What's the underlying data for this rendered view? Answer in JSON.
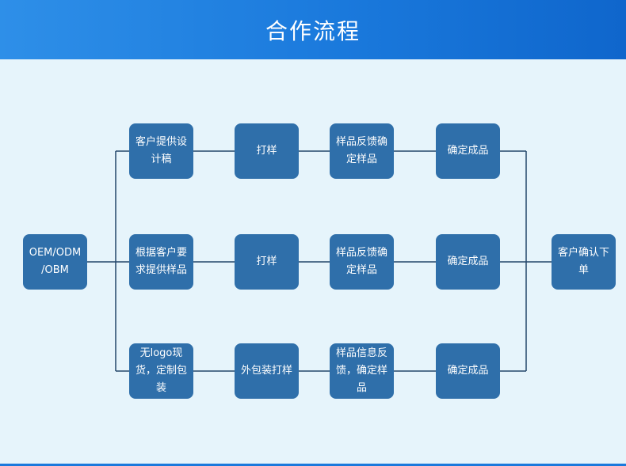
{
  "header": {
    "title": "合作流程"
  },
  "colors": {
    "header": "#1a79dc",
    "node": "#2f6faa",
    "background": "#e6f4fb",
    "line": "#24466b"
  },
  "diagram": {
    "start": {
      "label": "OEM/ODM /OBM"
    },
    "end": {
      "label": "客户确认下单"
    },
    "rows": [
      {
        "steps": [
          "客户提供设计稿",
          "打样",
          "样品反馈确定样品",
          "确定成品"
        ]
      },
      {
        "steps": [
          "根据客户要求提供样品",
          "打样",
          "样品反馈确定样品",
          "确定成品"
        ]
      },
      {
        "steps": [
          "无logo现货，定制包装",
          "外包装打样",
          "样品信息反馈，确定样品",
          "确定成品"
        ]
      }
    ]
  }
}
